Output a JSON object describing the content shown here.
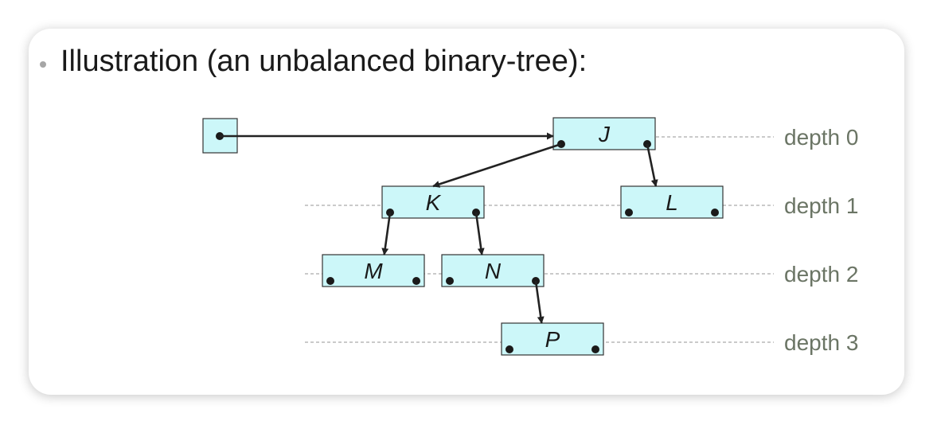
{
  "slide": {
    "heading": "Illustration (an unbalanced binary-tree):"
  },
  "tree": {
    "root_pointer": "root",
    "nodes": [
      {
        "id": "J",
        "label": "J",
        "depth": 0,
        "left": "K",
        "right": "L"
      },
      {
        "id": "K",
        "label": "K",
        "depth": 1,
        "left": "M",
        "right": "N"
      },
      {
        "id": "L",
        "label": "L",
        "depth": 1,
        "left": null,
        "right": null
      },
      {
        "id": "M",
        "label": "M",
        "depth": 2,
        "left": null,
        "right": null
      },
      {
        "id": "N",
        "label": "N",
        "depth": 2,
        "left": null,
        "right": "P"
      },
      {
        "id": "P",
        "label": "P",
        "depth": 3,
        "left": null,
        "right": null
      }
    ],
    "depth_labels": [
      "depth 0",
      "depth 1",
      "depth 2",
      "depth 3"
    ]
  },
  "colors": {
    "node_fill": "#ccf7f9",
    "depth_text": "#6b7565",
    "edge": "#222222"
  }
}
